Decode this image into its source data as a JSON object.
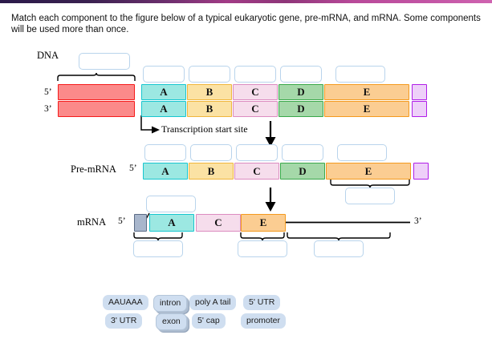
{
  "prompt": "Match each component to the figure below of a typical eukaryotic gene, pre-mRNA, and mRNA. Some components will be used more than once.",
  "labels": {
    "dna": "DNA",
    "pre_mrna": "Pre-mRNA",
    "mrna": "mRNA",
    "five_prime_top": "5’",
    "three_prime_bottom": "3’",
    "five_prime_premrna": "5’",
    "five_prime_mrna": "5’",
    "three_prime_end": "3’",
    "transcription_start_site": "Transcription start site"
  },
  "colors": {
    "promoter": "#fb8a8a",
    "promoter_border": "#f51b1b",
    "exon_a": "#9ce8e2",
    "exon_a_border": "#17c6cf",
    "exon_b": "#fbe2a4",
    "exon_b_border": "#f0b63c",
    "exon_c": "#f6ddec",
    "exon_c_border": "#dc8cc0",
    "exon_d": "#a5d8a9",
    "exon_d_border": "#3aa84a",
    "exon_e": "#fbcd92",
    "exon_e_border": "#f49a1e",
    "utr3": "#eed0f9",
    "utr3_border": "#b01ee8",
    "cap": "#a8b6cc",
    "cap_border": "#5b6b86",
    "dropbox_border": "#b9d4ec",
    "chip_background": "#cfdef0"
  },
  "dna_row": {
    "segments": [
      {
        "label": "",
        "kind": "promoter"
      },
      {
        "label": "A",
        "kind": "exA"
      },
      {
        "label": "B",
        "kind": "exB"
      },
      {
        "label": "C",
        "kind": "exC"
      },
      {
        "label": "D",
        "kind": "exD"
      },
      {
        "label": "E",
        "kind": "exE"
      },
      {
        "label": "",
        "kind": "utr3"
      }
    ]
  },
  "premrna_row": {
    "segments": [
      {
        "label": "A",
        "kind": "exA"
      },
      {
        "label": "B",
        "kind": "exB"
      },
      {
        "label": "C",
        "kind": "exC"
      },
      {
        "label": "D",
        "kind": "exD"
      },
      {
        "label": "E",
        "kind": "exE"
      },
      {
        "label": "",
        "kind": "utr3"
      }
    ]
  },
  "mrna_row": {
    "segments": [
      {
        "label": "",
        "kind": "cap"
      },
      {
        "label": "A",
        "kind": "mrnaA"
      },
      {
        "label": "C",
        "kind": "mrnaC"
      },
      {
        "label": "E",
        "kind": "mrnaE"
      }
    ]
  },
  "answer_boxes": {
    "count": 17,
    "value": ""
  },
  "answer_bank": {
    "row1": [
      {
        "text": "AAUAAA",
        "stacked": false
      },
      {
        "text": "intron",
        "stacked": true
      },
      {
        "text": "poly A tail",
        "stacked": false
      },
      {
        "text": "5' UTR",
        "stacked": false
      }
    ],
    "row2": [
      {
        "text": "3' UTR",
        "stacked": false
      },
      {
        "text": "exon",
        "stacked": true
      },
      {
        "text": "5' cap",
        "stacked": false
      },
      {
        "text": "promoter",
        "stacked": false
      }
    ]
  }
}
